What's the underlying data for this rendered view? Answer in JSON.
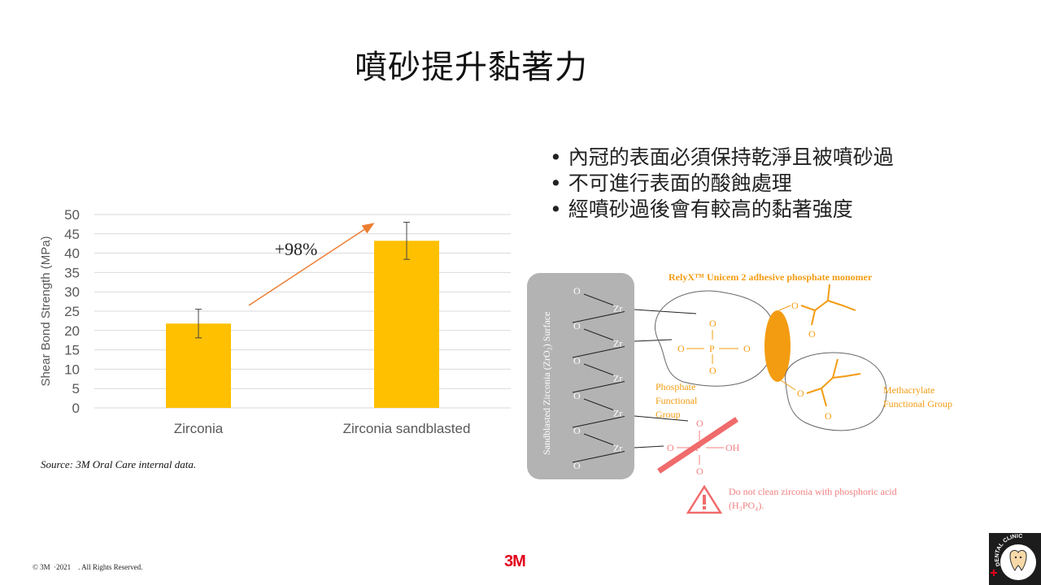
{
  "slide": {
    "title": "噴砂提升黏著力",
    "bullets": [
      "內冠的表面必須保持乾淨且被噴砂過",
      "不可進行表面的酸蝕處理",
      " 經噴砂過後會有較高的黏著強度"
    ],
    "source": "Source: 3M Oral Care internal data.",
    "footer": "© 3M  ·2021    . All Rights Reserved.",
    "brand": "3M",
    "clinic_logo_text": "DENTAL CLINIC"
  },
  "chart_data": {
    "type": "bar",
    "categories": [
      "Zirconia",
      "Zirconia sandblasted"
    ],
    "values": [
      21.8,
      43.2
    ],
    "error": [
      3.7,
      4.8
    ],
    "ylabel": "Shear Bond Strength (MPa)",
    "xlabel": "",
    "ylim": [
      0,
      50
    ],
    "yticks": [
      0,
      5,
      10,
      15,
      20,
      25,
      30,
      35,
      40,
      45,
      50
    ],
    "grid": true,
    "bar_color": "#ffc000",
    "annotation": "+98%",
    "annotation_color": "#ed7d31"
  },
  "diagram": {
    "title": "RelyX™ Unicem 2 adhesive phosphate monomer",
    "surface_label": "Sandblasted Zirconia (ZrO₂) Surface",
    "surface_atoms": [
      "O",
      "Zr",
      "O",
      "Zr",
      "O",
      "Zr",
      "O",
      "Zr",
      "O",
      "Zr",
      "O"
    ],
    "phosphate_label": "Phosphate Functional Group",
    "methacrylate_label": "Methacrylate Functional Group",
    "monomer_atoms": {
      "o": "O",
      "p": "P",
      "oh": "OH"
    },
    "warning": "Do not clean zirconia with phosphoric acid (H₃PO₄).",
    "colors": {
      "monomer": "#f39c12",
      "acid": "#f08080",
      "surface": "#b3b3b3"
    }
  }
}
